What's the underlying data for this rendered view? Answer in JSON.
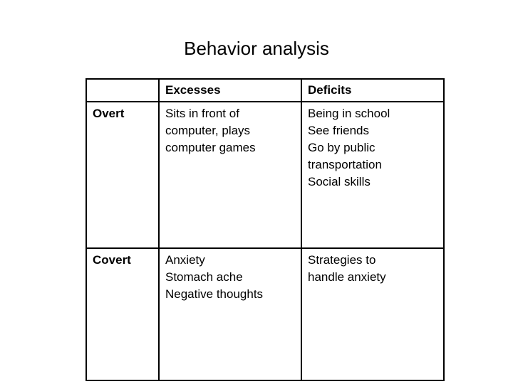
{
  "slide": {
    "title": "Behavior analysis",
    "background_color": "#ffffff",
    "text_color": "#000000",
    "border_color": "#000000"
  },
  "table": {
    "columns": [
      {
        "key": "label",
        "header": ""
      },
      {
        "key": "excess",
        "header": "Excesses"
      },
      {
        "key": "deficit",
        "header": "Deficits"
      }
    ],
    "rows": [
      {
        "label": "Overt",
        "excess_lines": [
          "Sits in front of",
          "computer, plays",
          "computer games"
        ],
        "deficit_lines": [
          "Being in school",
          "See friends",
          "Go by public",
          "transportation",
          "Social skills"
        ]
      },
      {
        "label": "Covert",
        "excess_lines": [
          "Anxiety",
          "Stomach ache",
          "Negative thoughts"
        ],
        "deficit_lines": [
          "Strategies to",
          "handle anxiety"
        ]
      }
    ]
  }
}
